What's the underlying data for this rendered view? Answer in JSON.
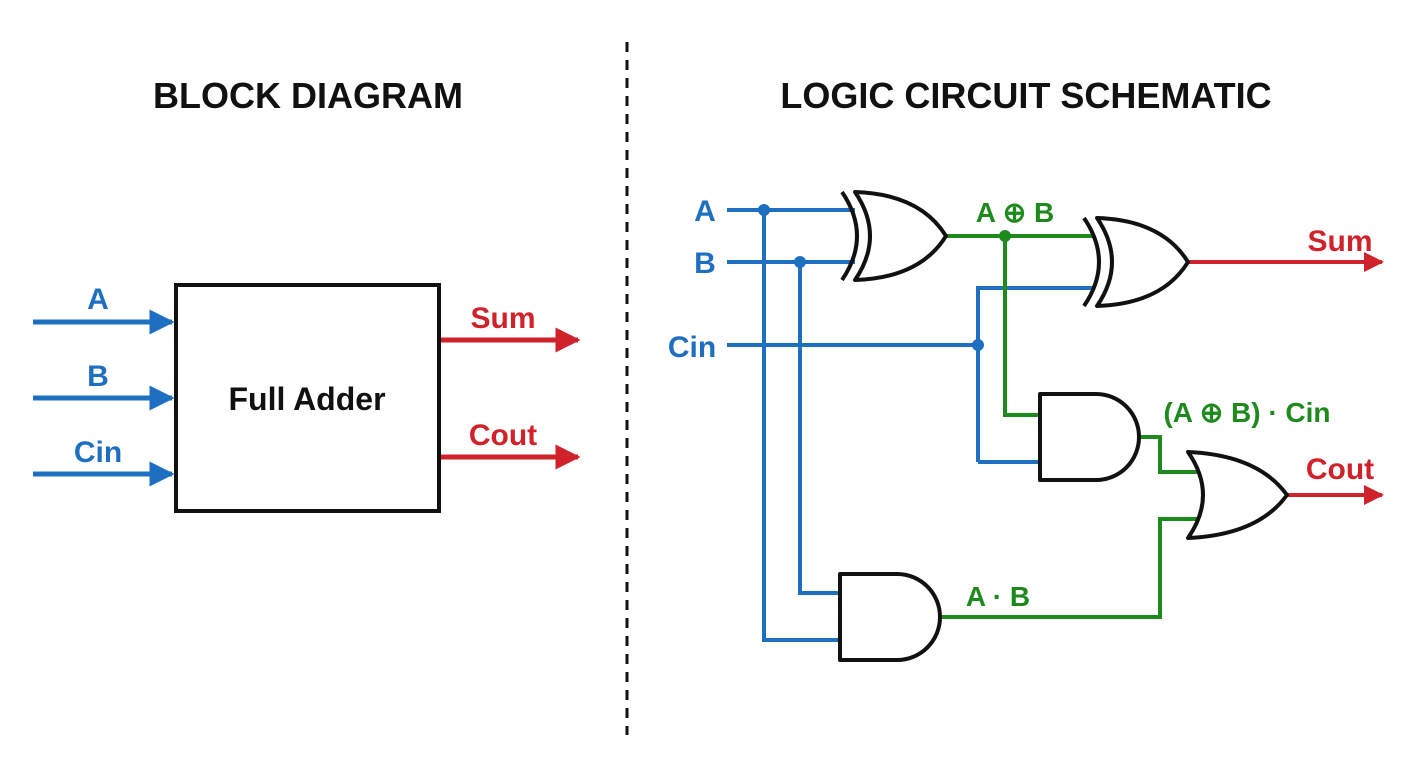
{
  "titles": {
    "left": "BLOCK DIAGRAM",
    "right": "LOGIC CIRCUIT SCHEMATIC"
  },
  "block": {
    "label": "Full Adder",
    "inputs": [
      "A",
      "B",
      "Cin"
    ],
    "outputs": [
      "Sum",
      "Cout"
    ]
  },
  "schematic": {
    "inputs": [
      "A",
      "B",
      "Cin"
    ],
    "outputs": [
      "Sum",
      "Cout"
    ],
    "terms": {
      "xor_ab": "A ⊕ B",
      "and_xor_cin": "(A ⊕ B) · Cin",
      "and_ab": "A · B"
    }
  },
  "colors": {
    "input": "#1f6fc1",
    "output": "#d0222a",
    "intermediate": "#1e8a1e",
    "ink": "#111111"
  }
}
